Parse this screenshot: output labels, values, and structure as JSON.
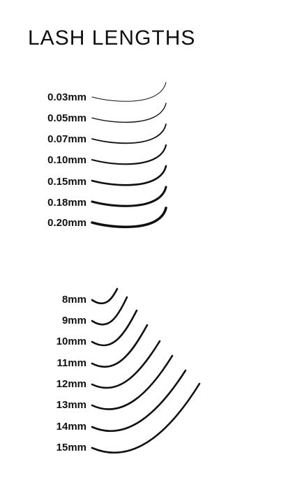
{
  "title": "LASH LENGTHS",
  "thickness_section": {
    "items": [
      {
        "label": "0.03mm"
      },
      {
        "label": "0.05mm"
      },
      {
        "label": "0.07mm"
      },
      {
        "label": "0.10mm"
      },
      {
        "label": "0.15mm"
      },
      {
        "label": "0.18mm"
      },
      {
        "label": "0.20mm"
      }
    ]
  },
  "length_section": {
    "items": [
      {
        "label": "8mm"
      },
      {
        "label": "9mm"
      },
      {
        "label": "10mm"
      },
      {
        "label": "11mm"
      },
      {
        "label": "12mm"
      },
      {
        "label": "13mm"
      },
      {
        "label": "14mm"
      },
      {
        "label": "15mm"
      }
    ]
  },
  "colors": {
    "ink": "#111111",
    "background": "#ffffff"
  }
}
